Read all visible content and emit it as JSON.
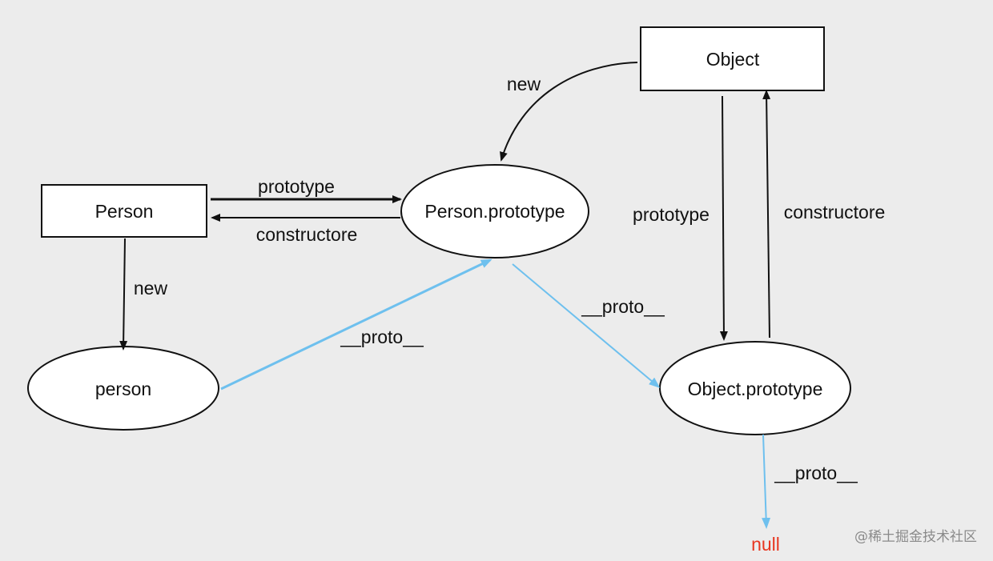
{
  "nodes": {
    "object": "Object",
    "person": "Person",
    "person_prototype": "Person.prototype",
    "person_instance": "person",
    "object_prototype": "Object.prototype",
    "null": "null"
  },
  "edges": {
    "object_new": "new",
    "person_to_proto": "prototype",
    "proto_to_person": "constructore",
    "person_new": "new",
    "instance_proto": "__proto__",
    "personproto_proto": "__proto__",
    "object_to_proto": "prototype",
    "objproto_to_object": "constructore",
    "objproto_proto": "__proto__"
  },
  "watermark": "@稀土掘金技术社区",
  "colors": {
    "background": "#ececec",
    "black_edge": "#111111",
    "proto_edge": "#6ec0ee",
    "null_text": "#e8351f",
    "watermark": "#8a8a8a"
  }
}
